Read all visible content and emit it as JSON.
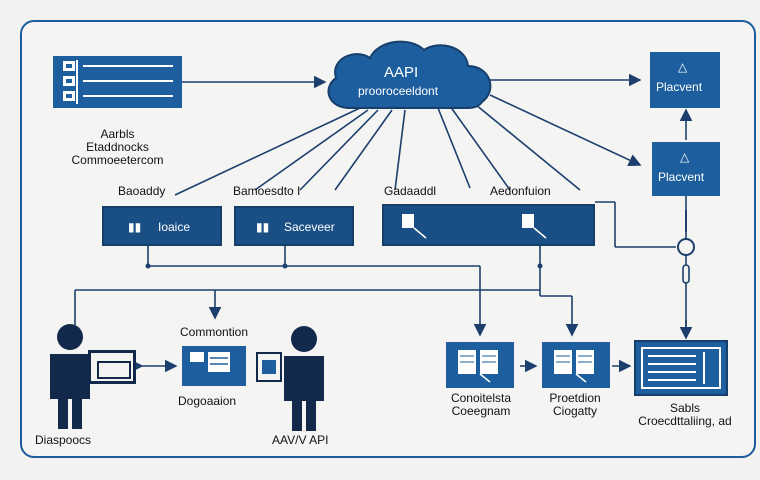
{
  "cloud": {
    "title": "AAPI",
    "subtitle": "prooroceeldont"
  },
  "top_left": {
    "lines": [
      "Aarbls",
      "Etaddnocks",
      "Commoeetercom"
    ]
  },
  "right_top": {
    "label": "Placvent"
  },
  "right_mid": {
    "label": "Placvent"
  },
  "row2": {
    "labels": [
      "Baoaddy",
      "Bamoesdto  I",
      "Gadaaddl",
      "Aedonfuion"
    ],
    "box1": "Ioaice",
    "box2": "Saceveer"
  },
  "bottom": {
    "left_label": "Diaspoocs",
    "comm_label": "Commontion",
    "dog_label": "Dogoaaion",
    "api_label": "AAV/V API",
    "mid1_label": [
      "Conoitelsta",
      "Coeegnam"
    ],
    "mid2_label": [
      "Proetdion",
      "Ciogatty"
    ],
    "right_label": [
      "Sabls",
      "Croecdttaliing, ad"
    ]
  },
  "colors": {
    "primary": "#1d5e9e",
    "dark": "#1a4f86",
    "line": "#1c3f6e"
  }
}
